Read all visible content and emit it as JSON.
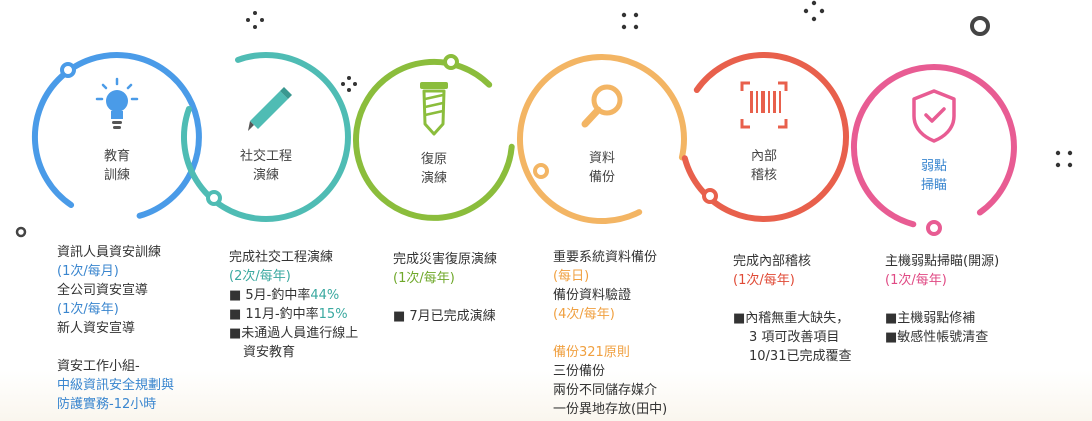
{
  "colors": {
    "blue": "#4a9be8",
    "teal": "#4fbcb4",
    "green": "#8bbd3c",
    "orange": "#f3b564",
    "red": "#e8604c",
    "pink": "#e85c93",
    "dark": "#333333"
  },
  "stages": [
    {
      "id": "education",
      "color": "#4a9be8",
      "icon": "lightbulb-icon",
      "label_lines": [
        "教育",
        "訓練"
      ],
      "desc": [
        [
          {
            "t": "資訊人員資安訓練"
          }
        ],
        [
          {
            "t": "(1次/每月)",
            "c": "#3a86cf"
          }
        ],
        [
          {
            "t": "全公司資安宣導"
          }
        ],
        [
          {
            "t": "(1次/每年)",
            "c": "#3a86cf"
          }
        ],
        [
          {
            "t": "新人資安宣導"
          }
        ],
        [],
        [
          {
            "t": "資安工作小組-"
          }
        ],
        [
          {
            "t": "中級資訊安全規劃與",
            "c": "#3a86cf"
          }
        ],
        [
          {
            "t": "防護實務-12小時",
            "c": "#3a86cf"
          }
        ]
      ]
    },
    {
      "id": "social-engineering",
      "color": "#4fbcb4",
      "icon": "pencil-icon",
      "label_lines": [
        "社交工程",
        "演練"
      ],
      "desc": [
        [
          {
            "t": "完成社交工程演練"
          }
        ],
        [
          {
            "t": "(2次/每年)",
            "c": "#3aa9a0"
          }
        ],
        [
          {
            "t": "■ 5月-釣中率"
          },
          {
            "t": "44%",
            "c": "#3aa9a0"
          }
        ],
        [
          {
            "t": "■ 11月-釣中率"
          },
          {
            "t": "15%",
            "c": "#3aa9a0"
          }
        ],
        [
          {
            "t": "■未通過人員進行線上"
          }
        ],
        [
          {
            "t": "資安教育",
            "i": 1
          }
        ]
      ]
    },
    {
      "id": "disaster-recovery",
      "color": "#8bbd3c",
      "icon": "screw-icon",
      "label_lines": [
        "復原",
        "演練"
      ],
      "desc": [
        [
          {
            "t": "完成災害復原演練"
          }
        ],
        [
          {
            "t": "(1次/每年)",
            "c": "#6fa82a"
          }
        ],
        [],
        [
          {
            "t": "■ 7月已完成演練"
          }
        ]
      ]
    },
    {
      "id": "data-backup",
      "color": "#f3b564",
      "icon": "magnifier-icon",
      "label_lines": [
        "資料",
        "備份"
      ],
      "desc": [
        [
          {
            "t": "重要系統資料備份"
          }
        ],
        [
          {
            "t": "(每日)",
            "c": "#f0a040"
          }
        ],
        [
          {
            "t": "備份資料驗證"
          }
        ],
        [
          {
            "t": "(4次/每年)",
            "c": "#f0a040"
          }
        ],
        [],
        [
          {
            "t": "備份321原則",
            "c": "#f0a040"
          }
        ],
        [
          {
            "t": "三份備份"
          }
        ],
        [
          {
            "t": "兩份不同儲存媒介"
          }
        ],
        [
          {
            "t": "一份異地存放(田中)"
          }
        ]
      ]
    },
    {
      "id": "internal-audit",
      "color": "#e8604c",
      "icon": "barcode-icon",
      "label_lines": [
        "內部",
        "稽核"
      ],
      "desc": [
        [
          {
            "t": "完成內部稽核"
          }
        ],
        [
          {
            "t": "(1次/每年)",
            "c": "#e04a36"
          }
        ],
        [],
        [
          {
            "t": "■內稽無重大缺失，"
          }
        ],
        [
          {
            "t": "3 項可改善項目",
            "i": 2
          }
        ],
        [
          {
            "t": "10/31已完成覆查",
            "i": 2
          }
        ]
      ]
    },
    {
      "id": "vulnerability-scan",
      "color": "#e85c93",
      "icon": "shield-check-icon",
      "label_lines": [
        "弱點",
        "掃瞄"
      ],
      "label_color": "#3a86cf",
      "desc": [
        [
          {
            "t": "主機弱點掃瞄(開源)"
          }
        ],
        [
          {
            "t": "(1次/每年)",
            "c": "#e04a84"
          }
        ],
        [],
        [
          {
            "t": "■主機弱點修補"
          }
        ],
        [
          {
            "t": "■敏感性帳號清查"
          }
        ]
      ]
    }
  ]
}
